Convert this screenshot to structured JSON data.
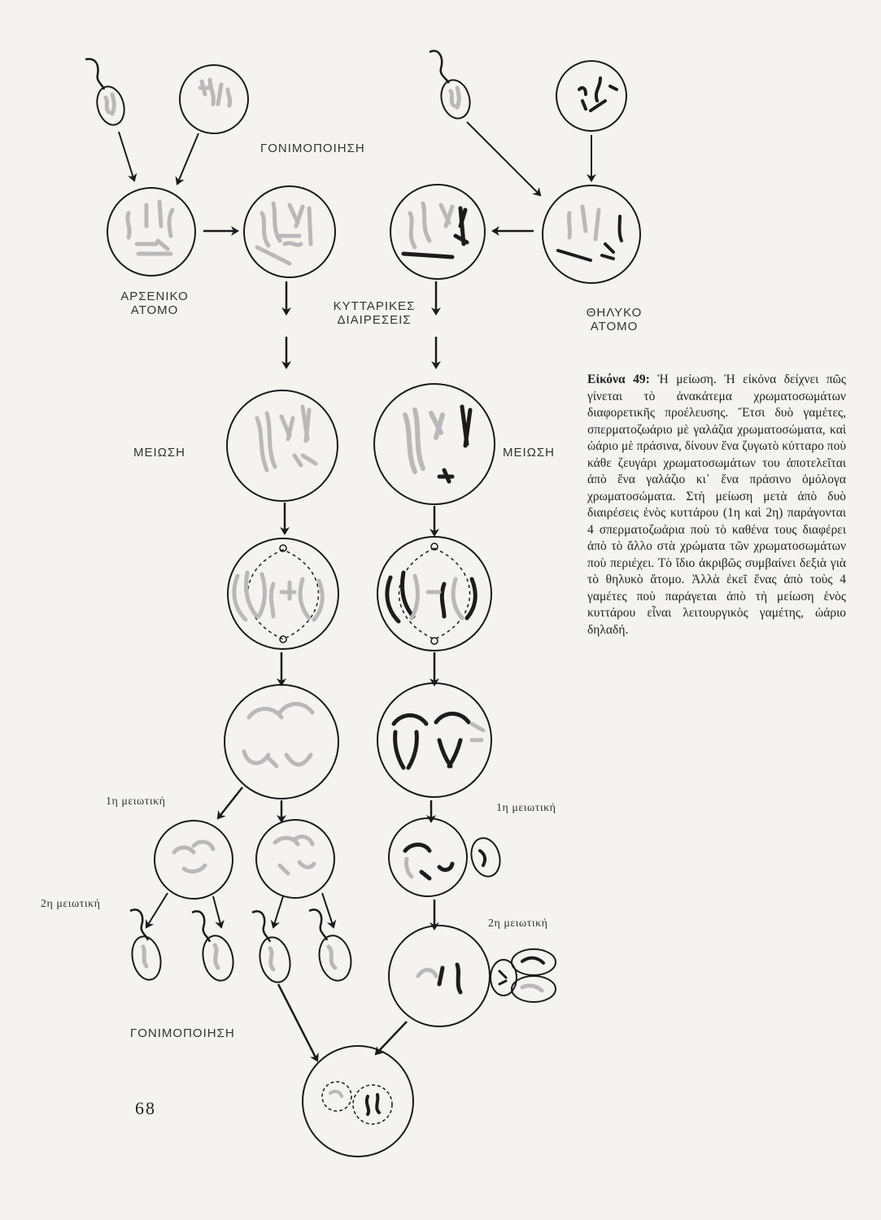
{
  "labels": {
    "fertilization_top": "ΓΟΝΙΜΟΠΟΙΗΣΗ",
    "male_individual": [
      "ΑΡΣΕΝΙΚΟ",
      "ΑΤΟΜΟ"
    ],
    "cell_divisions": [
      "ΚΥΤΤΑΡΙΚΕΣ",
      "ΔΙΑΙΡΕΣΕΙΣ"
    ],
    "female_individual": [
      "ΘΗΛΥΚΟ",
      "ΑΤΟΜΟ"
    ],
    "meiosis_left": "ΜΕΙΩΣΗ",
    "meiosis_right": "ΜΕΙΩΣΗ",
    "first_meiotic_left": "1η μειωτική",
    "first_meiotic_right": "1η μειωτική",
    "second_meiotic_left": "2η μειωτική",
    "second_meiotic_right": "2η μειωτική",
    "fertilization_bottom": "ΓΟΝΙΜΟΠΟΙΗΣΗ"
  },
  "caption": {
    "title": "Εἰκόνα 49:",
    "text": "Ἡ μείωση. Ἡ εἰκόνα δείχνει πῶς γίνεται τὸ ἀνακάτεμα χρωματοσωμάτων διαφορετικῆς προέλευσης. Ἔτσι δυὸ γαμέτες, σπερματοζωάριο μὲ γαλάζια χρωματοσώματα, καὶ ὠάριο μὲ πράσινα, δίνουν ἕνα ζυγωτὸ κύτταρο ποὺ κάθε ζευγάρι χρωματοσωμάτων του ἀποτελεῖται ἀπὸ ἕνα γαλάζιο κι᾽ ἕνα πράσινο ὁμόλογα χρωματοσώματα. Στὴ μείωση μετὰ ἀπὸ δυὸ διαιρέσεις ἑνὸς κυττάρου (1η καὶ 2η) παράγονται 4 σπερματοζωάρια ποὺ τὸ καθένα τους διαφέρει ἀπὸ τὸ ἄλλο στὰ χρώματα τῶν χρωματοσωμάτων ποὺ περιέχει. Τὸ ἴδιο ἀκριβῶς συμβαίνει δεξιὰ γιὰ τὸ θηλυκὸ ἄτομο. Ἀλλὰ ἐκεῖ ἕνας ἀπὸ τοὺς 4 γαμέτες ποὺ παράγεται ἀπὸ τὴ μείωση ἑνὸς κυττάρου εἶναι λειτουργικὸς γαμέτης, ὠάριο δηλαδή."
  },
  "page_number": "68",
  "colors": {
    "light_chromosome": "#b9b9b9",
    "dark_chromosome": "#1c1c1c",
    "outline": "#1a1a1a",
    "paper": "#f4f3f0"
  }
}
